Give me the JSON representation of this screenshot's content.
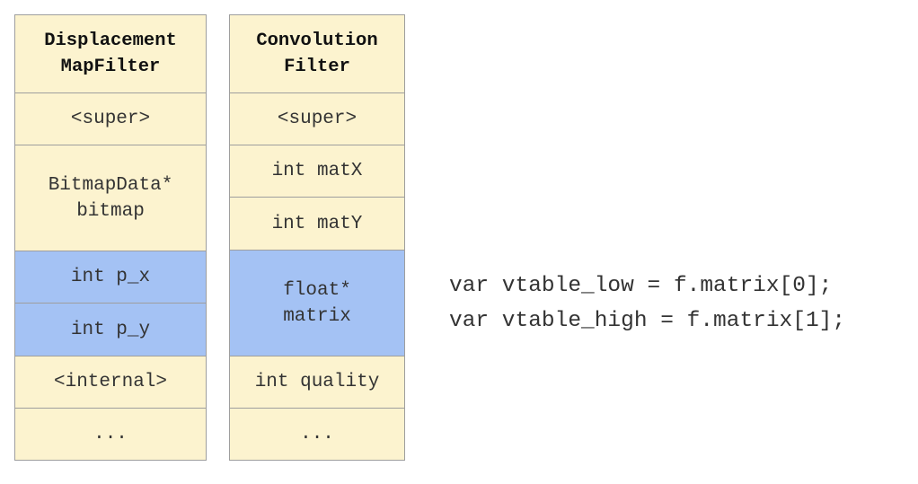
{
  "structs": [
    {
      "title": "Displacement\nMapFilter",
      "fields": [
        {
          "label": "<super>",
          "highlight": false
        },
        {
          "label": "BitmapData*\nbitmap",
          "highlight": false
        },
        {
          "label": "int p_x",
          "highlight": true
        },
        {
          "label": "int p_y",
          "highlight": true
        },
        {
          "label": "<internal>",
          "highlight": false
        },
        {
          "label": "...",
          "highlight": false
        }
      ]
    },
    {
      "title": "Convolution\nFilter",
      "fields": [
        {
          "label": "<super>",
          "highlight": false
        },
        {
          "label": "int matX",
          "highlight": false
        },
        {
          "label": "int matY",
          "highlight": false
        },
        {
          "label": "float*\nmatrix",
          "highlight": true
        },
        {
          "label": "int quality",
          "highlight": false
        },
        {
          "label": "...",
          "highlight": false
        }
      ]
    }
  ],
  "code_lines": [
    "var vtable_low = f.matrix[0];",
    "var vtable_high = f.matrix[1];"
  ],
  "colors": {
    "cell_fill": "#fcf3cf",
    "highlight_fill": "#a4c2f4",
    "border": "#9e9e9e"
  }
}
